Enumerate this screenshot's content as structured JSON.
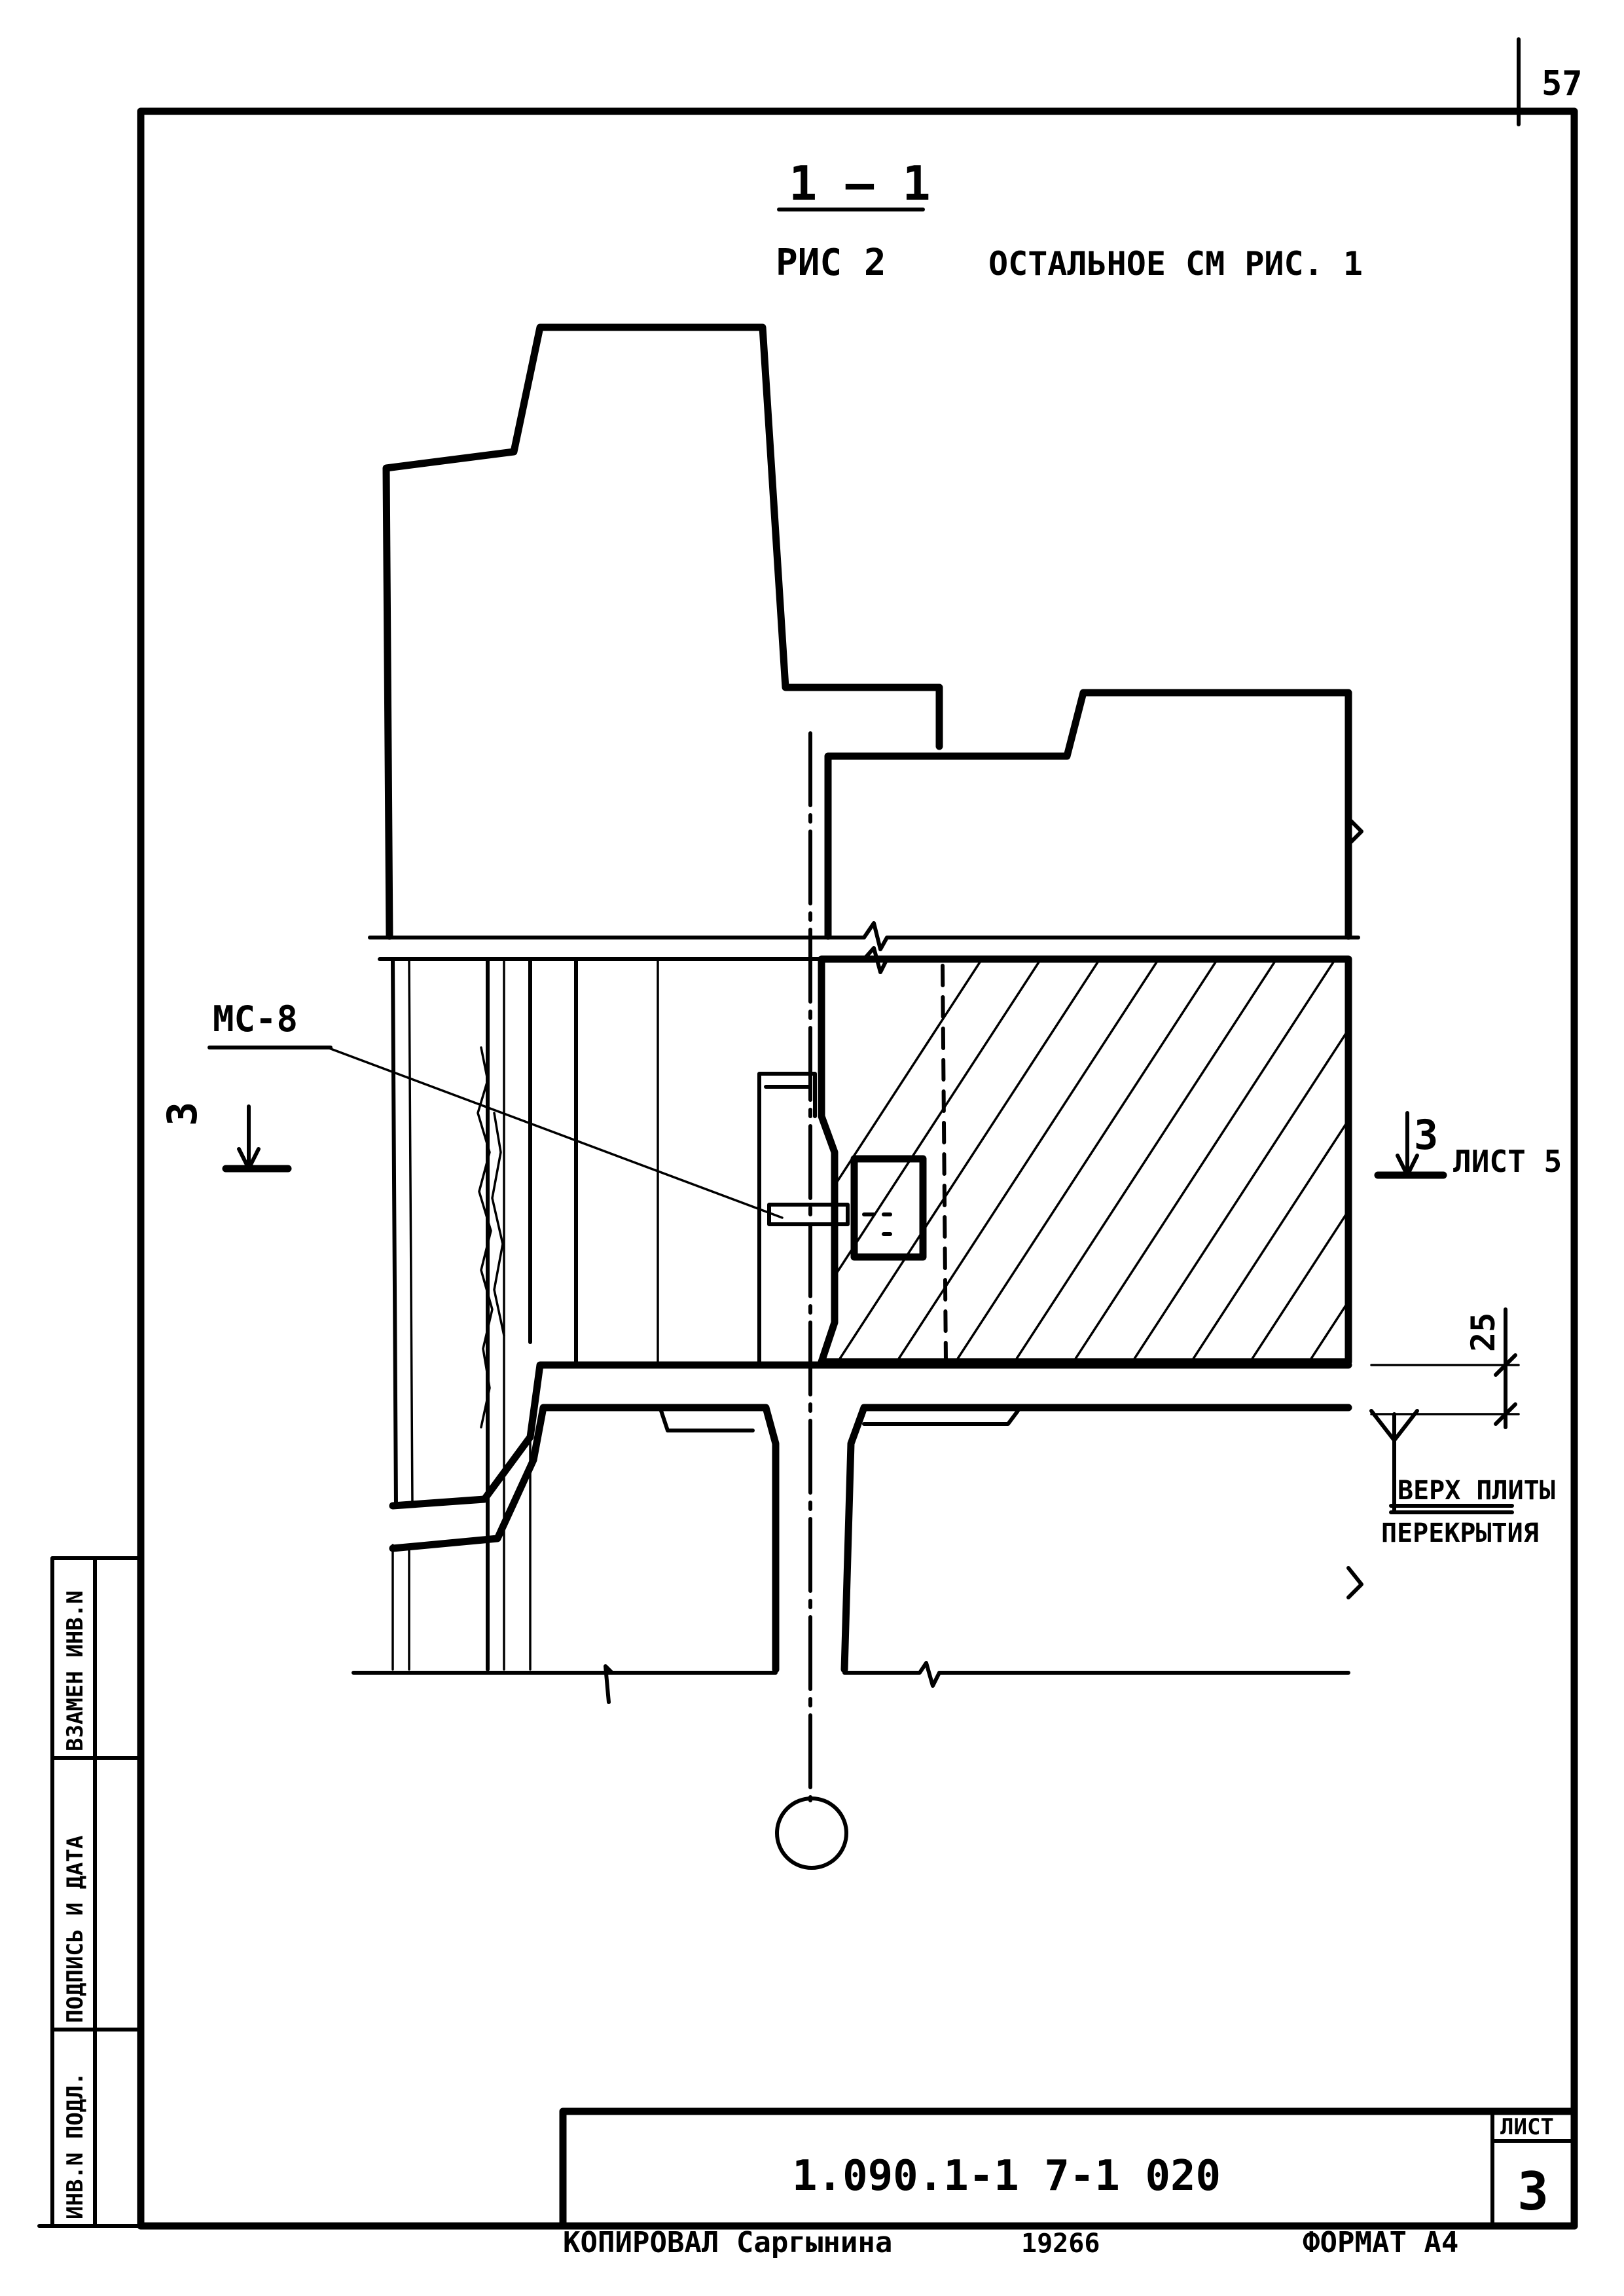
{
  "page_number": "57",
  "section_title": "1 — 1",
  "subtitle_left": "РИС 2",
  "subtitle_right": "ОСТАЛЬНОЕ СМ РИС. 1",
  "callout_label": "МС-8",
  "section_marks": {
    "left_number": "3",
    "right_number": "3",
    "right_ref": "ЛИСТ 5"
  },
  "dimension_value": "25",
  "level_note": {
    "line1": "ВЕРХ ПЛИТЫ",
    "line2": "ПЕРЕКРЫТИЯ"
  },
  "side_stamp": {
    "cell1": "ИНВ.N ПОДЛ.",
    "cell2": "ПОДПИСЬ И ДАТА",
    "cell3": "ВЗАМЕН ИНВ.N"
  },
  "title_block": {
    "document_code": "1.090.1-1 7-1 020",
    "sheet_label": "ЛИСТ",
    "sheet_number": "3"
  },
  "footer": {
    "copied_by": "КОПИРОВАЛ Саргынина",
    "order_no": "19266",
    "format": "ФОРМАТ А4"
  }
}
